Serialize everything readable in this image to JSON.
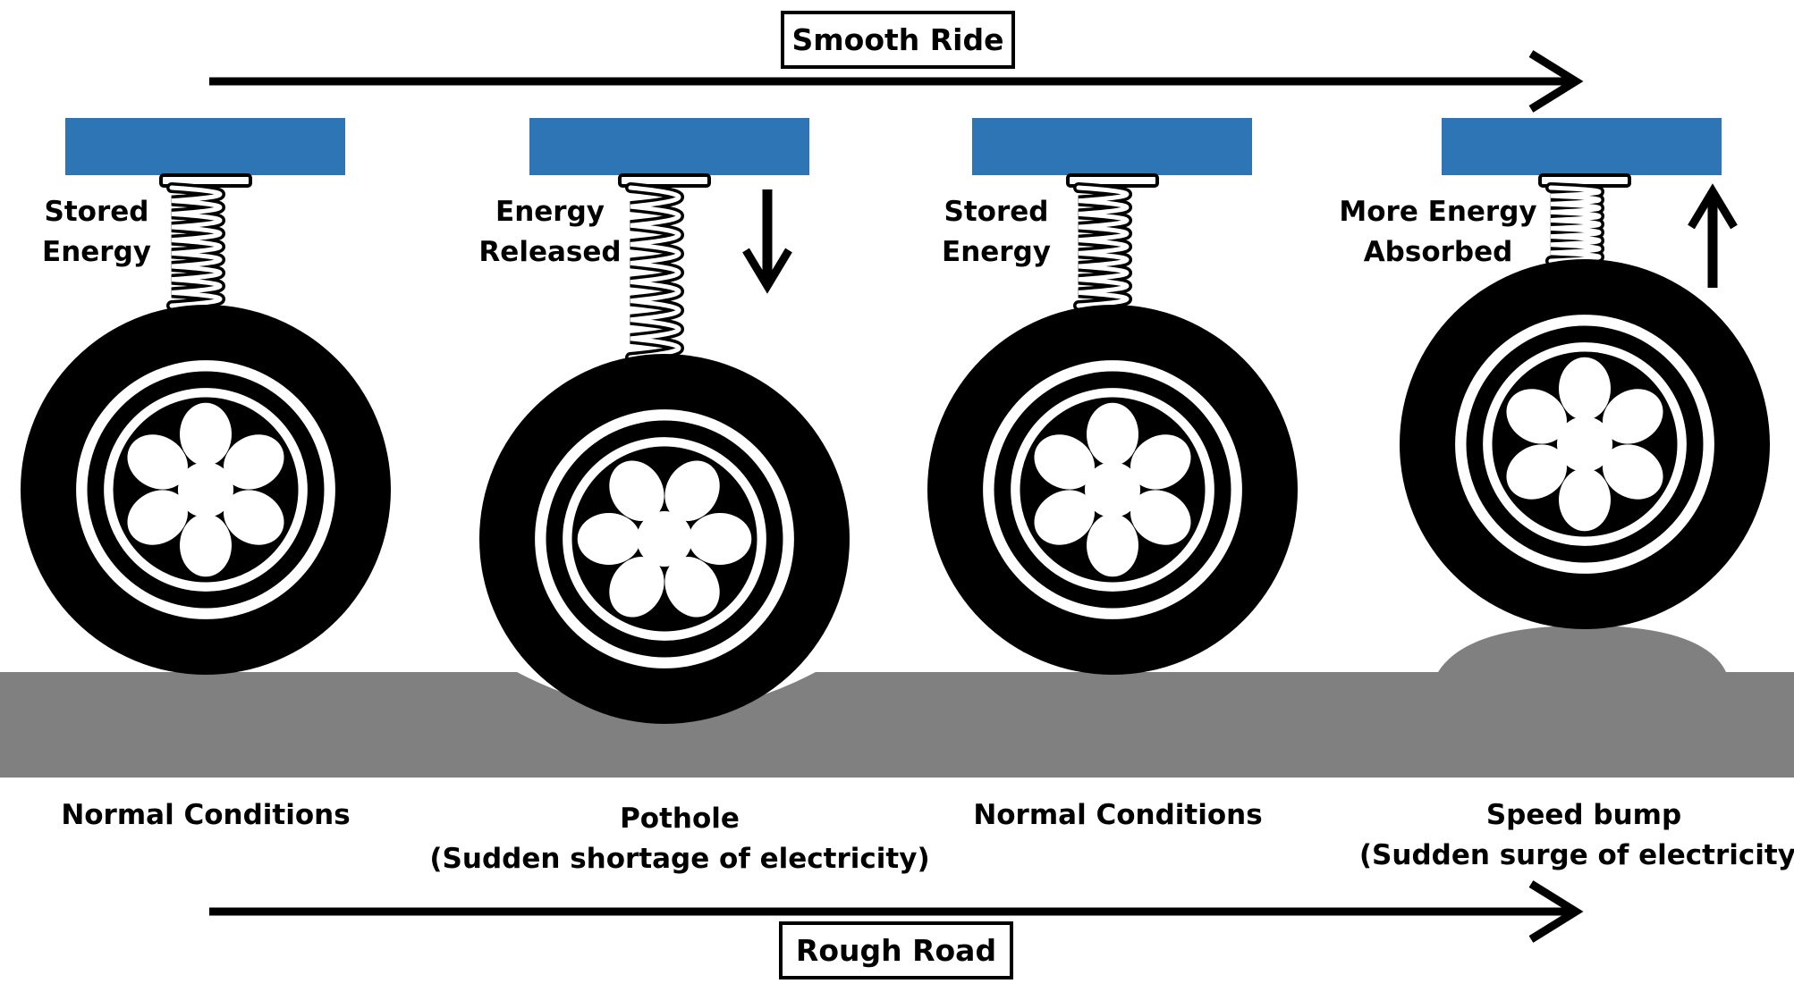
{
  "banner_top": {
    "label": "Smooth Ride"
  },
  "banner_bottom": {
    "label": "Rough Road"
  },
  "stages": [
    {
      "id": "normal-1",
      "side_label": [
        "Stored",
        "Energy"
      ],
      "condition": [
        "Normal Conditions"
      ],
      "arrow": "none"
    },
    {
      "id": "pothole",
      "side_label": [
        "Energy",
        "Released"
      ],
      "condition": [
        "Pothole",
        "(Sudden shortage of electricity)"
      ],
      "arrow": "down"
    },
    {
      "id": "normal-2",
      "side_label": [
        "Stored",
        "Energy"
      ],
      "condition": [
        "Normal Conditions"
      ],
      "arrow": "none"
    },
    {
      "id": "speed-bump",
      "side_label": [
        "More Energy",
        "Absorbed"
      ],
      "condition": [
        "Speed bump",
        "(Sudden surge of electricity)"
      ],
      "arrow": "up"
    }
  ],
  "colors": {
    "car_body": "#2e75b6",
    "road": "#808080",
    "tire": "#000000"
  },
  "icons": [
    "tire-icon",
    "spring-icon",
    "arrow-down-icon",
    "arrow-up-icon"
  ]
}
